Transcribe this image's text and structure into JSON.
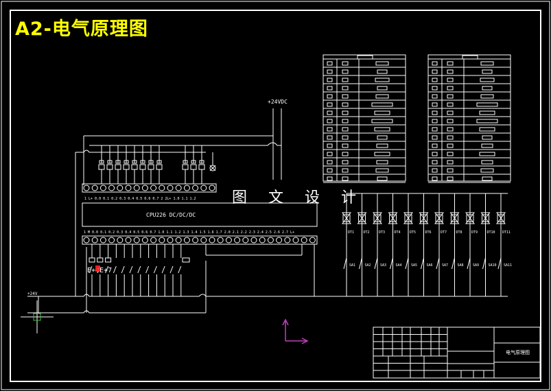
{
  "title": "A2-电气原理图",
  "watermark": "图 文 设 计",
  "supply_label": "+24VDC",
  "left_supply_label": "+24V",
  "cpu_label": "CPU226  DC/DC/DC",
  "top_terminals": "1 L+ 0.0 0.1 0.2 0.3 0.4 0.5 0.6 0.7 2 2L+ 1.0 1.1 1.2",
  "bottom_terminals": "1 M 0.0 0.1 0.2 0.3 0.4 0.5 0.6 0.7 1.0 1.1 1.2 1.3 1.4 1.5 1.6 1.7 2.0 2.1 2.2 2.3 2.4 2.5 2.6 2.7 L+",
  "input_marker": "E+4E+7",
  "valve_labels": [
    "DT1",
    "DT2",
    "DT3",
    "DT4",
    "DT5",
    "DT6",
    "DT7",
    "DT8",
    "DT9",
    "DT10",
    "DT11"
  ],
  "switch_labels": [
    "SA1",
    "SA2",
    "SA3",
    "SA4",
    "SA5",
    "SA6",
    "SA7",
    "SA8",
    "SA9",
    "SA10",
    "SA11"
  ],
  "title_block_name": "电气原理图",
  "colors": {
    "line": "#ffffff",
    "title": "#ffff00",
    "accent_red": "#ff2020",
    "ucs": "#c040c0",
    "cursor": "#40c040"
  }
}
